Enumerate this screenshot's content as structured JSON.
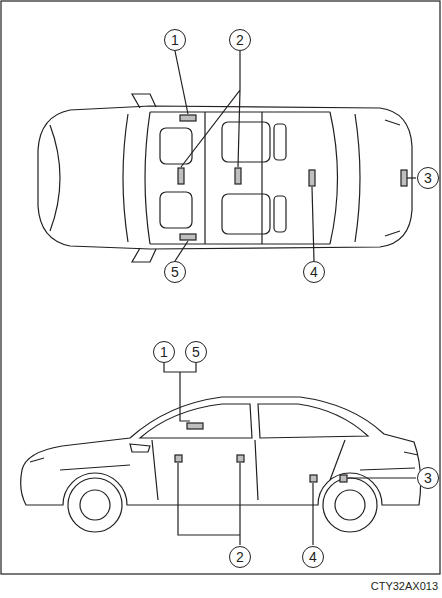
{
  "diagram": {
    "nodes": [
      {
        "text": [
          "1"
        ]
      },
      {
        "text": [
          "2"
        ]
      },
      {
        "text": [
          "3"
        ]
      },
      {
        "text": [
          "5"
        ]
      },
      {
        "text": [
          "4"
        ]
      },
      {
        "text": [
          "1"
        ]
      },
      {
        "text": [
          "5"
        ]
      },
      {
        "text": [
          "3"
        ]
      },
      {
        "text": [
          "2"
        ]
      },
      {
        "text": [
          "4"
        ]
      }
    ],
    "labels": [
      "CTY32AX013"
    ]
  }
}
